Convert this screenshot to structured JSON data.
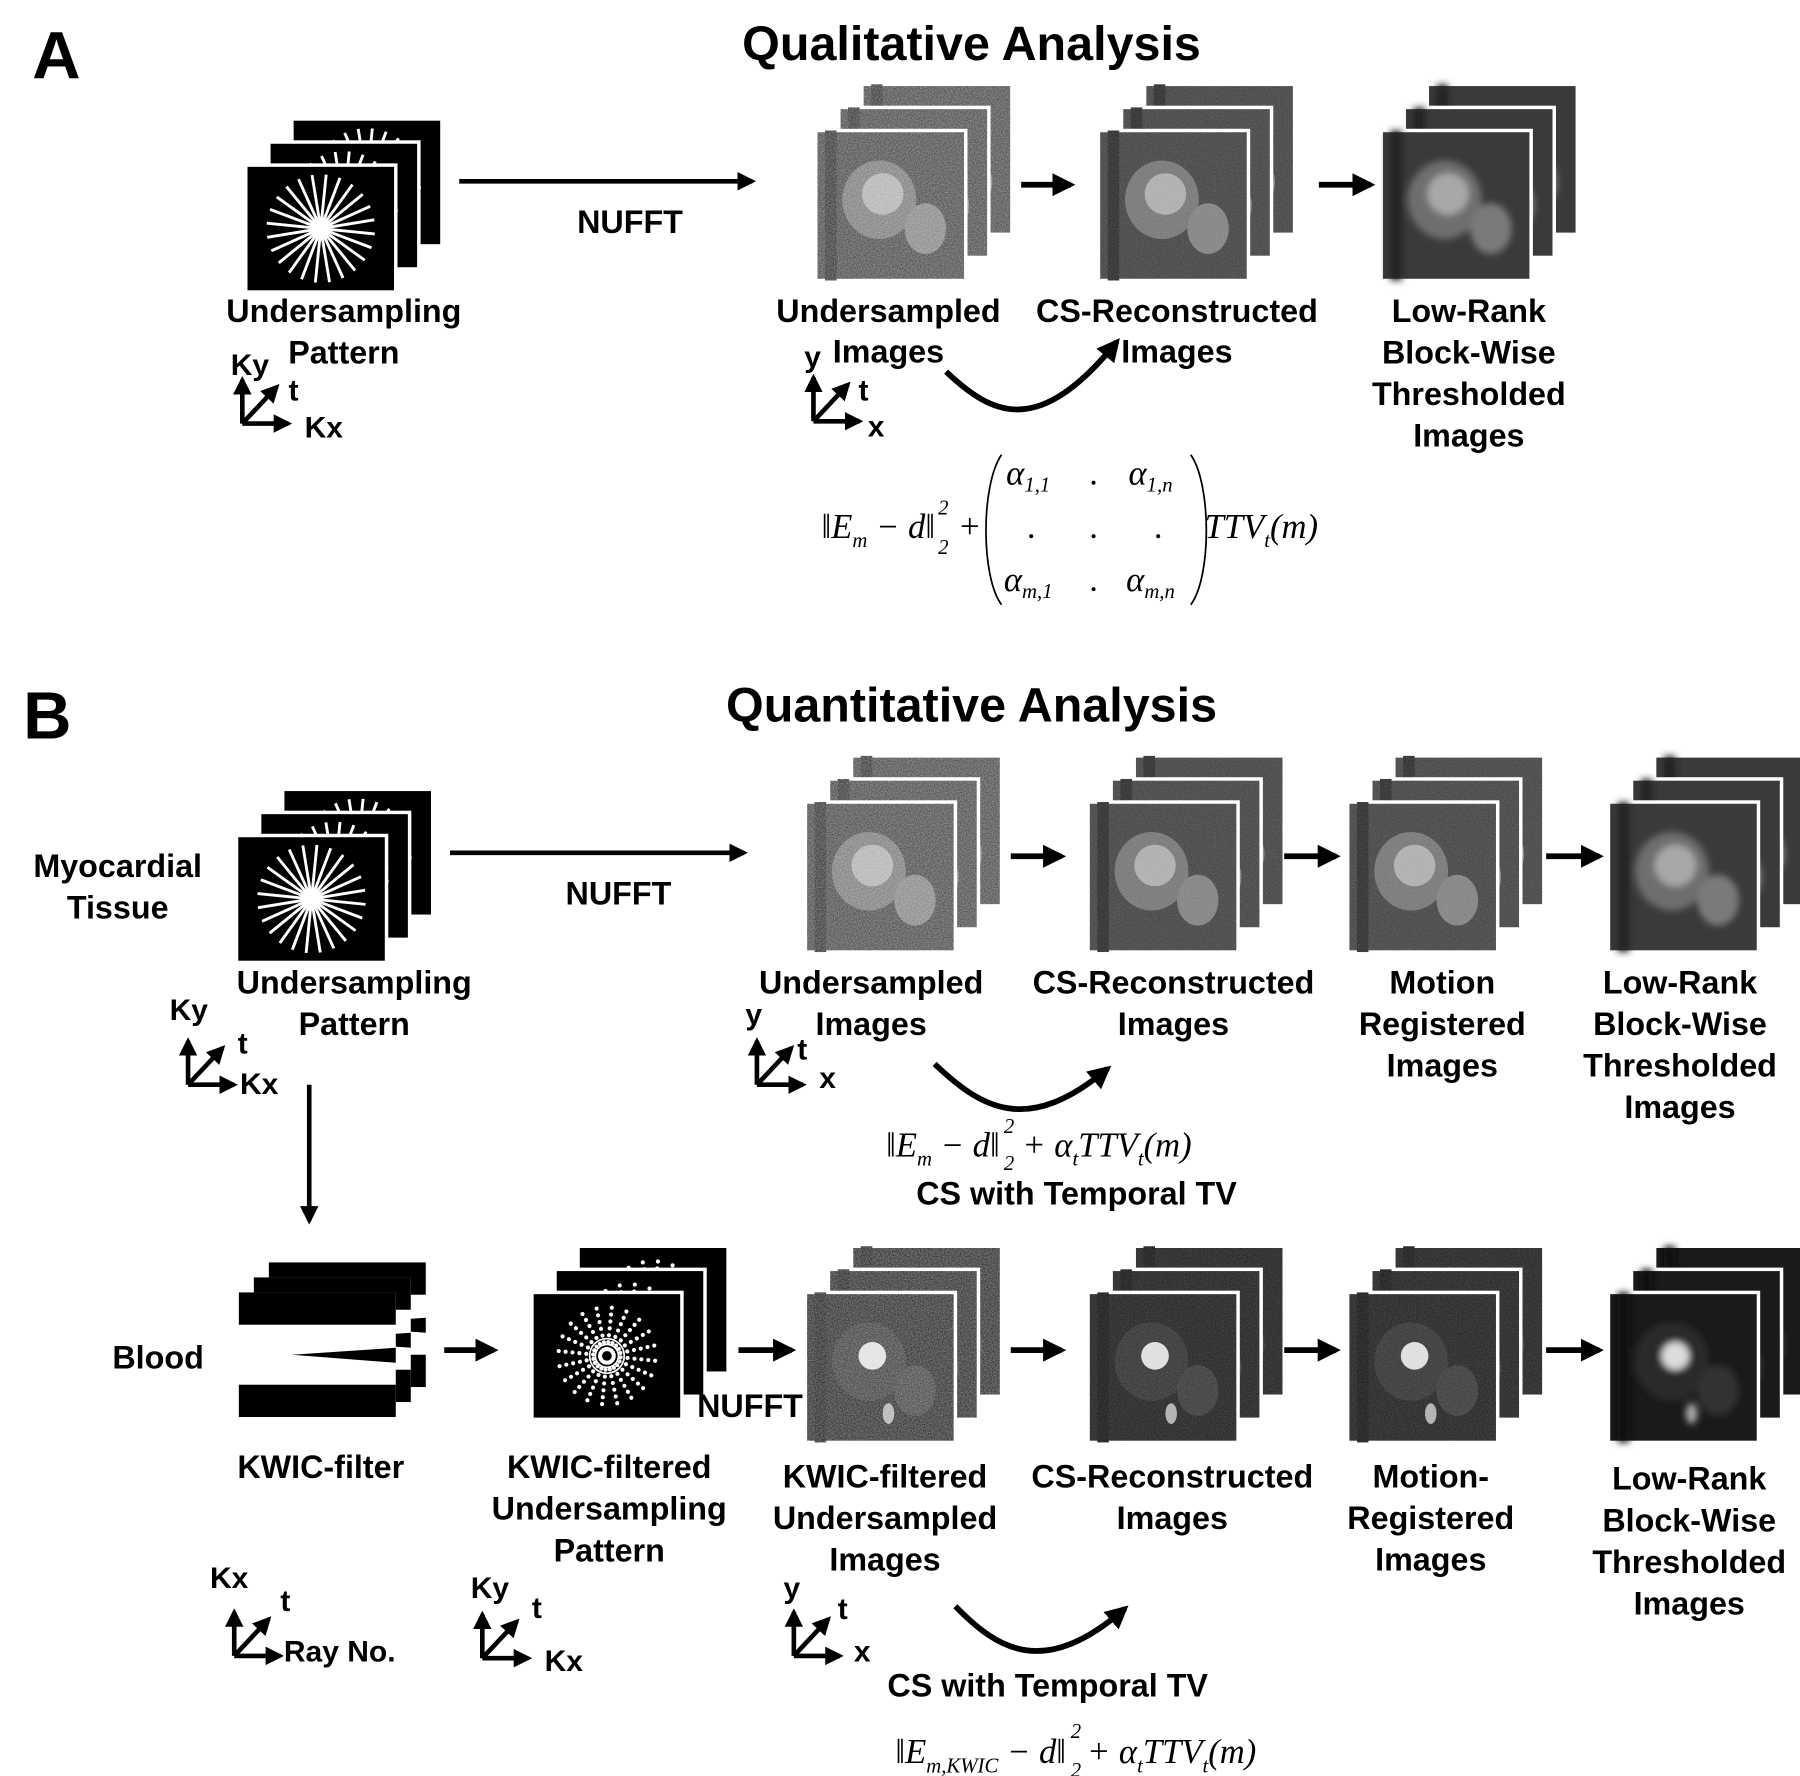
{
  "panel_a": {
    "letter": "A",
    "title": "Qualitative Analysis",
    "nufft": "NUFFT",
    "pattern_label": [
      "Undersampling",
      "Pattern"
    ],
    "stages": [
      {
        "lines": [
          "Undersampled",
          "Images"
        ]
      },
      {
        "lines": [
          "CS-Reconstructed",
          "Images"
        ]
      },
      {
        "lines": [
          "Low-Rank",
          "Block-Wise",
          "Thresholded",
          "Images"
        ]
      }
    ],
    "axes_k": {
      "up": "Ky",
      "diag": "t",
      "right": "Kx"
    },
    "axes_img": {
      "up": "y",
      "diag": "t",
      "right": "x"
    },
    "equation": {
      "norm_open": "‖E",
      "sub_m": "m",
      "minus_d": " − d‖",
      "sup2": "2",
      "sub2": "2",
      "plus": "+",
      "a11": "α",
      "a11_sub": "1,1",
      "a1n": "α",
      "a1n_sub": "1,n",
      "amn1": "α",
      "am1_sub": "m,1",
      "amn": "α",
      "amn_sub": "m,n",
      "dot": ".",
      "ttv": "TTV",
      "ttv_sub": "t",
      "arg": "(m)"
    }
  },
  "panel_b": {
    "letter": "B",
    "title": "Quantitative Analysis",
    "tissue_label": [
      "Myocardial",
      "Tissue"
    ],
    "blood_label": "Blood",
    "nufft": "NUFFT",
    "nufft2": "NUFFT",
    "pattern_label": [
      "Undersampling",
      "Pattern"
    ],
    "row1_stages": [
      {
        "lines": [
          "Undersampled",
          "Images"
        ]
      },
      {
        "lines": [
          "CS-Reconstructed",
          "Images"
        ]
      },
      {
        "lines": [
          "Motion",
          "Registered",
          "Images"
        ]
      },
      {
        "lines": [
          "Low-Rank",
          "Block-Wise",
          "Thresholded",
          "Images"
        ]
      }
    ],
    "kwic_filter_label": "KWIC-filter",
    "kwic_pattern_label": [
      "KWIC-filtered",
      "Undersampling",
      "Pattern"
    ],
    "row2_stages": [
      {
        "lines": [
          "KWIC-filtered",
          "Undersampled",
          "Images"
        ]
      },
      {
        "lines": [
          "CS-Reconstructed",
          "Images"
        ]
      },
      {
        "lines": [
          "Motion-",
          "Registered",
          "Images"
        ]
      },
      {
        "lines": [
          "Low-Rank",
          "Block-Wise",
          "Thresholded",
          "Images"
        ]
      }
    ],
    "axes_k": {
      "up": "Ky",
      "diag": "t",
      "right": "Kx"
    },
    "axes_img": {
      "up": "y",
      "diag": "t",
      "right": "x"
    },
    "axes_kwic": {
      "up": "Kx",
      "diag": "t",
      "right": "Ray No."
    },
    "cs_label": "CS with Temporal TV",
    "cs_label2": "CS with Temporal TV",
    "equation1": {
      "norm_open": "‖E",
      "sub": "m",
      "minus_d": " − d‖",
      "sup2": "2",
      "sub2": "2",
      "plus": "+ α",
      "alpha_sub": "t",
      "ttv": "TTV",
      "ttv_sub": "t",
      "arg": "(m)"
    },
    "equation2": {
      "norm_open": "‖E",
      "sub": "m,KWIC",
      "minus_d": " − d‖",
      "sup2": "2",
      "sub2": "2",
      "plus": "+ α",
      "alpha_sub": "t",
      "ttv": "TTV",
      "ttv_sub": "t",
      "arg": "(m)"
    }
  },
  "colors": {
    "ink": "#000000",
    "frame": "#ffffff",
    "image_bg": "#2a2a2a"
  }
}
